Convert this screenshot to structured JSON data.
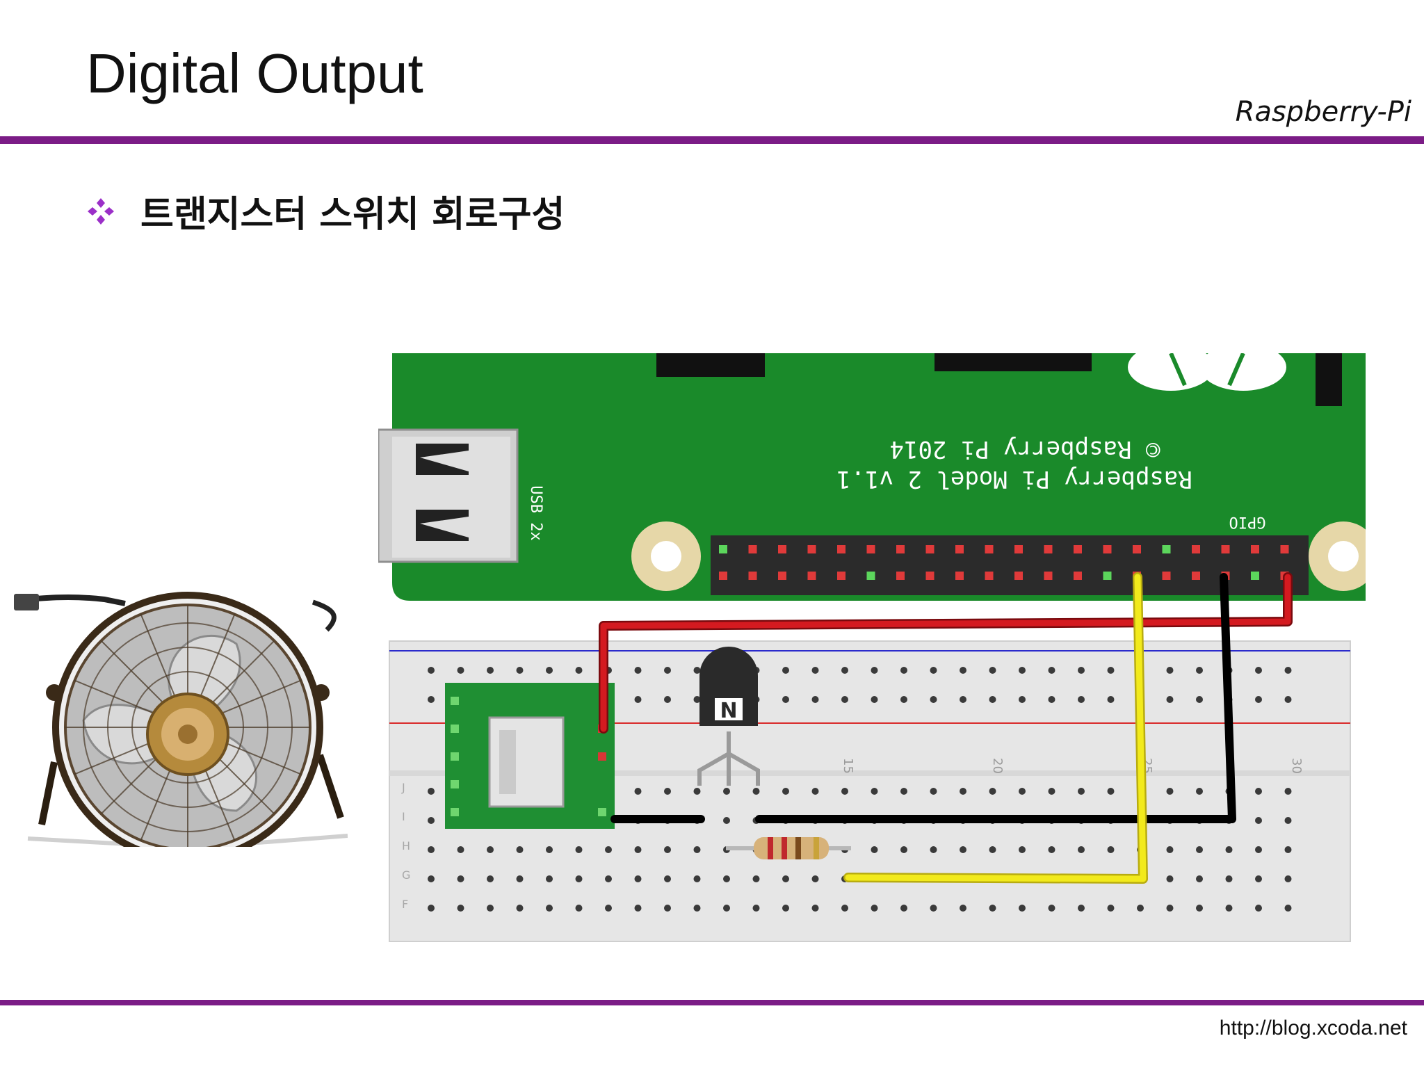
{
  "slide": {
    "title": "Digital Output",
    "brand": "Raspberry-Pi",
    "bullet_icon": "diamond-cluster-bullet-icon",
    "bullet_text": "트랜지스터 스위치 회로구성",
    "footer_url": "http://blog.xcoda.net"
  },
  "board": {
    "silkscreen_copyright": "© Raspberry Pi 2014",
    "silkscreen_model": "Raspberry Pi Model 2 v1.1",
    "usb_label": "USB 2x",
    "gpio_label": "GPIO"
  },
  "breadboard": {
    "column_markers": [
      "15",
      "20",
      "25",
      "30"
    ],
    "row_letters": [
      "J",
      "I",
      "H",
      "G",
      "F"
    ]
  },
  "transistor": {
    "label": "N"
  },
  "colors": {
    "accent_rule": "#7b1c86",
    "bullet": "#9b2fc8",
    "pcb": "#1a8a2a",
    "wire_red": "#c8151b",
    "wire_black": "#111111",
    "wire_yellow": "#f2ea1c"
  }
}
